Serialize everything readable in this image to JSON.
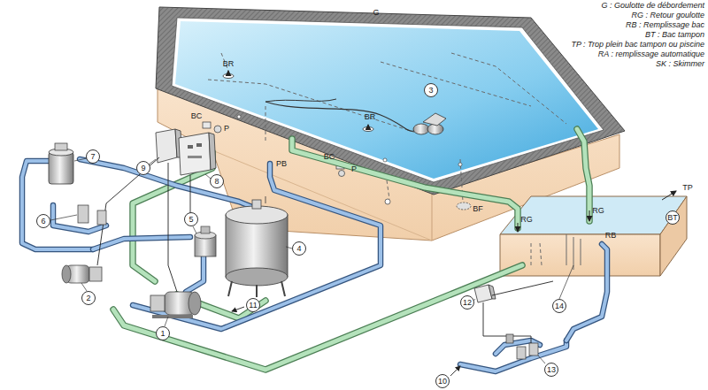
{
  "diagram": {
    "labels": [
      "G : Goulotte de débordement",
      "RG : Retour goulotte",
      "RB : Remplissage bac",
      "BT : Bac tampon",
      "TP : Trop plein bac tampon ou piscine",
      "RA : remplissage automatique",
      "SK : Skimmer",
      "G",
      "BR",
      "BR",
      "3",
      "BC",
      "P",
      "BC",
      "P",
      "PB",
      "BF",
      "RG",
      "RG",
      "RB",
      "BT",
      "TP",
      "1",
      "2",
      "4",
      "5",
      "6",
      "7",
      "8",
      "9",
      "10",
      "11",
      "12",
      "13",
      "14"
    ]
  }
}
